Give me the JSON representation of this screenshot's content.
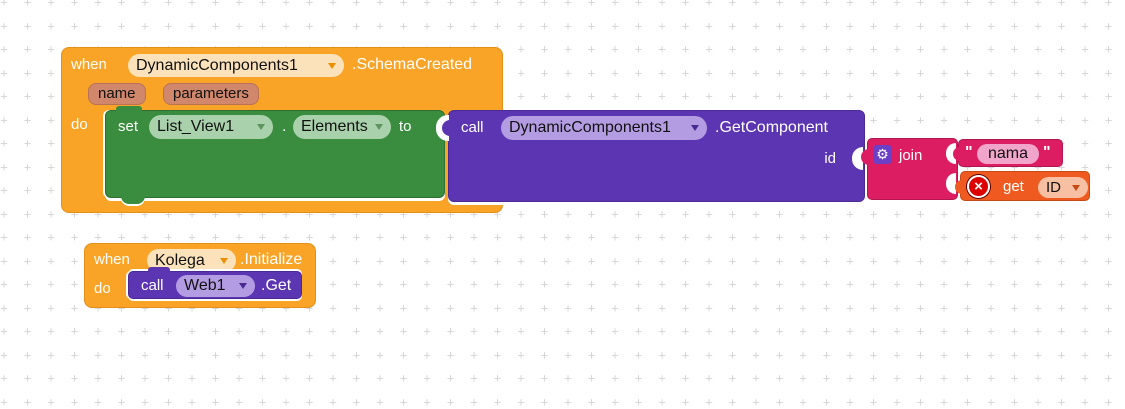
{
  "workspace": {
    "background": "#ffffff",
    "grid_glyph": "+",
    "grid_color": "#d4d4d4"
  },
  "icons": {
    "gear": "⚙",
    "error": "×"
  },
  "colors": {
    "event_orange": "#f9a426",
    "setter_green": "#3a8c3e",
    "method_purple": "#5c35b2",
    "text_magenta": "#dc1d62",
    "variable_orange": "#ee5a1f",
    "field_cream": "#fbe2bb",
    "field_light_green": "#a9d1ab",
    "field_light_purple": "#b49ce3",
    "field_pink": "#f2a5cb",
    "field_peach": "#f8c0a3",
    "param_chip": "#d0876b"
  },
  "block1": {
    "event": {
      "when": "when",
      "component": "DynamicComponents1",
      "suffix": ".SchemaCreated",
      "param1": "name",
      "param2": "parameters",
      "do": "do"
    },
    "set": {
      "set": "set",
      "component": "List_View1",
      "dot": ".",
      "property": "Elements",
      "to": "to"
    },
    "call": {
      "call": "call",
      "component": "DynamicComponents1",
      "suffix": ".GetComponent",
      "arg": "id"
    },
    "join": {
      "label": "join"
    },
    "text": {
      "open": "\"",
      "value": "nama",
      "close": "\""
    },
    "get": {
      "label": "get",
      "variable": "ID"
    }
  },
  "block2": {
    "event": {
      "when": "when",
      "component": "Kolega",
      "suffix": ".Initialize",
      "do": "do"
    },
    "call": {
      "call": "call",
      "component": "Web1",
      "suffix": ".Get"
    }
  }
}
